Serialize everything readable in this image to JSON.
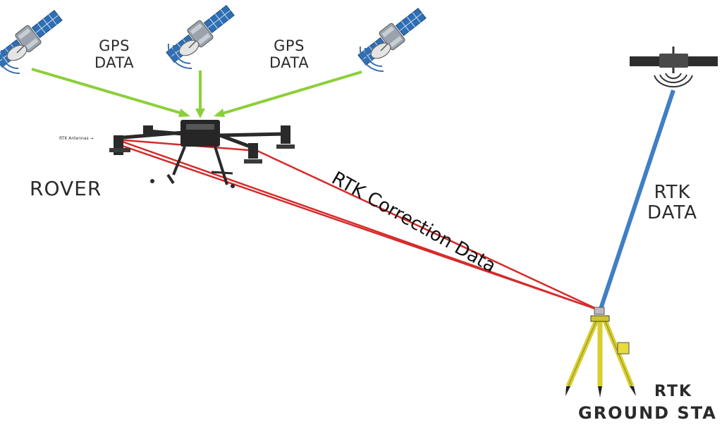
{
  "labels": {
    "gps_left_line1": "GPS",
    "gps_left_line2": "DATA",
    "gps_right_line1": "GPS",
    "gps_right_line2": "DATA",
    "rover": "ROVER",
    "rtk_antennas": "RTK Antennas",
    "rtk_correction": "RTK Correction Data",
    "rtk_data_line1": "RTK",
    "rtk_data_line2": "DATA",
    "station_line1": "RTK",
    "station_line2": "GROUND STA"
  },
  "colors": {
    "gps_link": "#8ccf3a",
    "correction_link": "#d62a2a",
    "rtk_link": "#3f7fc6",
    "satellite_panel": "#2f6fb3",
    "tripod": "#e6dc3c",
    "drone_body": "#2a2a2a"
  },
  "icons": [
    "satellite-icon",
    "drone-icon",
    "tripod-icon",
    "antenna-signal-icon"
  ]
}
